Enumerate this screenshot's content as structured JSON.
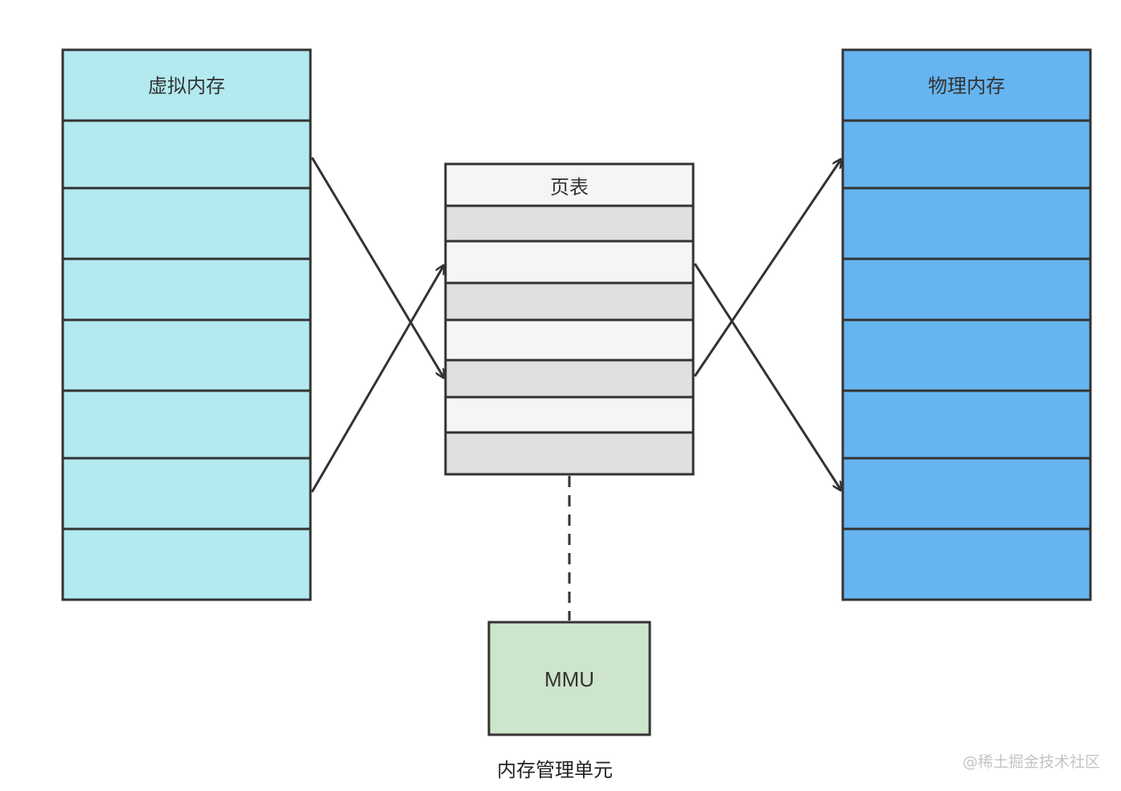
{
  "virtual_memory": {
    "title": "虚拟内存",
    "fill_color": "#b3eaf0",
    "slot_count": 7
  },
  "page_table": {
    "title": "页表",
    "header_color": "#f5f5f5",
    "row_colors": [
      "#e0e0e0",
      "#f5f5f5"
    ],
    "row_count": 7
  },
  "physical_memory": {
    "title": "物理内存",
    "fill_color": "#66b5f0",
    "slot_count": 7
  },
  "mmu": {
    "label": "MMU",
    "fill_color": "#cde5cb"
  },
  "caption": "内存管理单元",
  "watermark": "@稀土掘金技术社区",
  "colors": {
    "stroke": "#333333"
  }
}
